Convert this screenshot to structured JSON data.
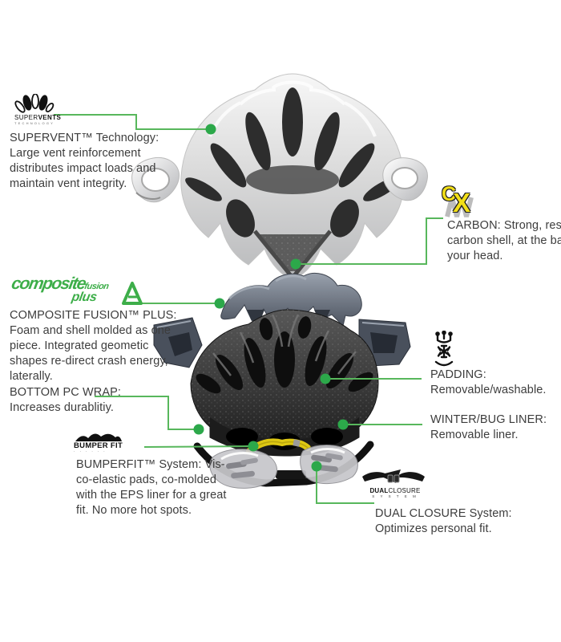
{
  "colors": {
    "callout_line": "#58b75c",
    "callout_dot": "#2ca84a",
    "text": "#3d3d3d",
    "logo_green": "#3dae49",
    "logo_yellow": "#f2df17",
    "shell_silver": "#d8d8d8",
    "foam_dark": "#2e2e2e",
    "yellow_part": "#ddc713"
  },
  "content": {
    "supervent": {
      "logo_part1": "SUPER",
      "logo_part2": "VENTS",
      "logo_sub": "TECHNOLOGY",
      "lines": [
        "SUPERVENT™ Technology:",
        "Large vent reinforcement",
        "distributes impact loads and",
        "maintain vent integrity."
      ]
    },
    "carbon": {
      "logo_c": "C",
      "logo_x": "X",
      "lines": [
        "CARBON: Strong, resilient",
        "carbon shell, at the back of",
        "your head."
      ]
    },
    "composite": {
      "logo_word1": "composite",
      "logo_word2": "fusion",
      "logo_word3": "plus",
      "lines": [
        "COMPOSITE FUSION™ PLUS:",
        "Foam and shell molded as one",
        "piece. Integrated geometic",
        "shapes re-direct crash energy,",
        "laterally."
      ]
    },
    "bottom_pc": {
      "lines": [
        "BOTTOM PC WRAP:",
        "Increases durablitiy."
      ]
    },
    "bumperfit": {
      "logo": "BUMPER FIT",
      "logo_dots": "· · · · · ·",
      "lines": [
        "BUMPERFIT™ System: Vis-",
        "co-elastic pads, co-molded",
        "with the EPS liner for a great",
        "fit. No more hot spots."
      ]
    },
    "padding": {
      "lines": [
        "PADDING:",
        "Removable/washable."
      ]
    },
    "winter": {
      "lines": [
        "WINTER/BUG LINER:",
        "Removable liner."
      ]
    },
    "dualclosure": {
      "logo_part1": "DUAL",
      "logo_part2": "CLOSURE",
      "logo_sub": "S Y S T E M",
      "lines": [
        "DUAL CLOSURE System:",
        "Optimizes personal fit."
      ]
    }
  }
}
